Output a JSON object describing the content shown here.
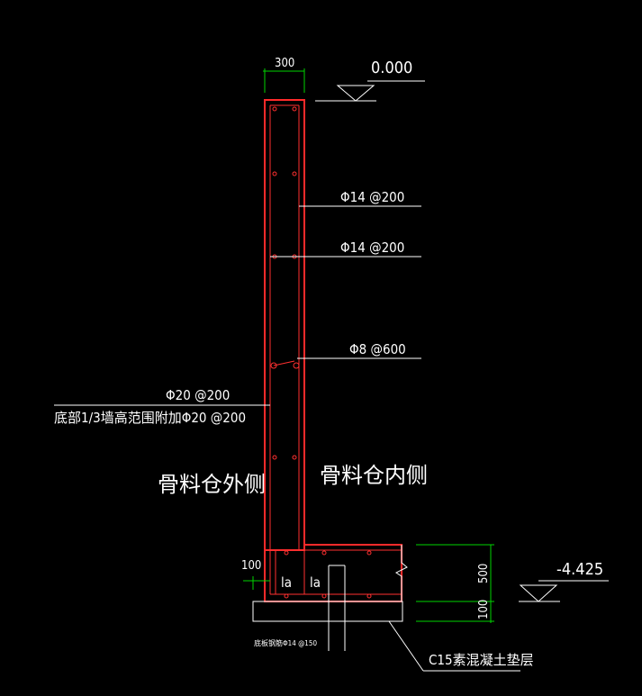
{
  "dimensions": {
    "wall_width": "300",
    "cover": "100",
    "slab_thickness": "500",
    "cushion_thickness": "100"
  },
  "elevations": {
    "top": "0.000",
    "bottom": "-4.425"
  },
  "rebar_labels": {
    "vert_inner": "Φ14 @200",
    "horiz": "Φ14 @200",
    "tie": "Φ8 @600",
    "vert_outer_1": "Φ20 @200",
    "vert_outer_2": "底部1/3墙高范围附加Φ20 @200"
  },
  "sides": {
    "outer": "骨料仓外侧",
    "inner": "骨料仓内侧"
  },
  "anchorage": {
    "la_left": "la",
    "la_right": "la"
  },
  "bottom_note": "底板钢筋Φ14 @150",
  "cushion_label": "C15素混凝土垫层",
  "colors": {
    "background": "#000000",
    "concrete": "#ff2a2a",
    "dimension": "#00d400",
    "text": "#ffffff",
    "outline": "#ffffff"
  }
}
